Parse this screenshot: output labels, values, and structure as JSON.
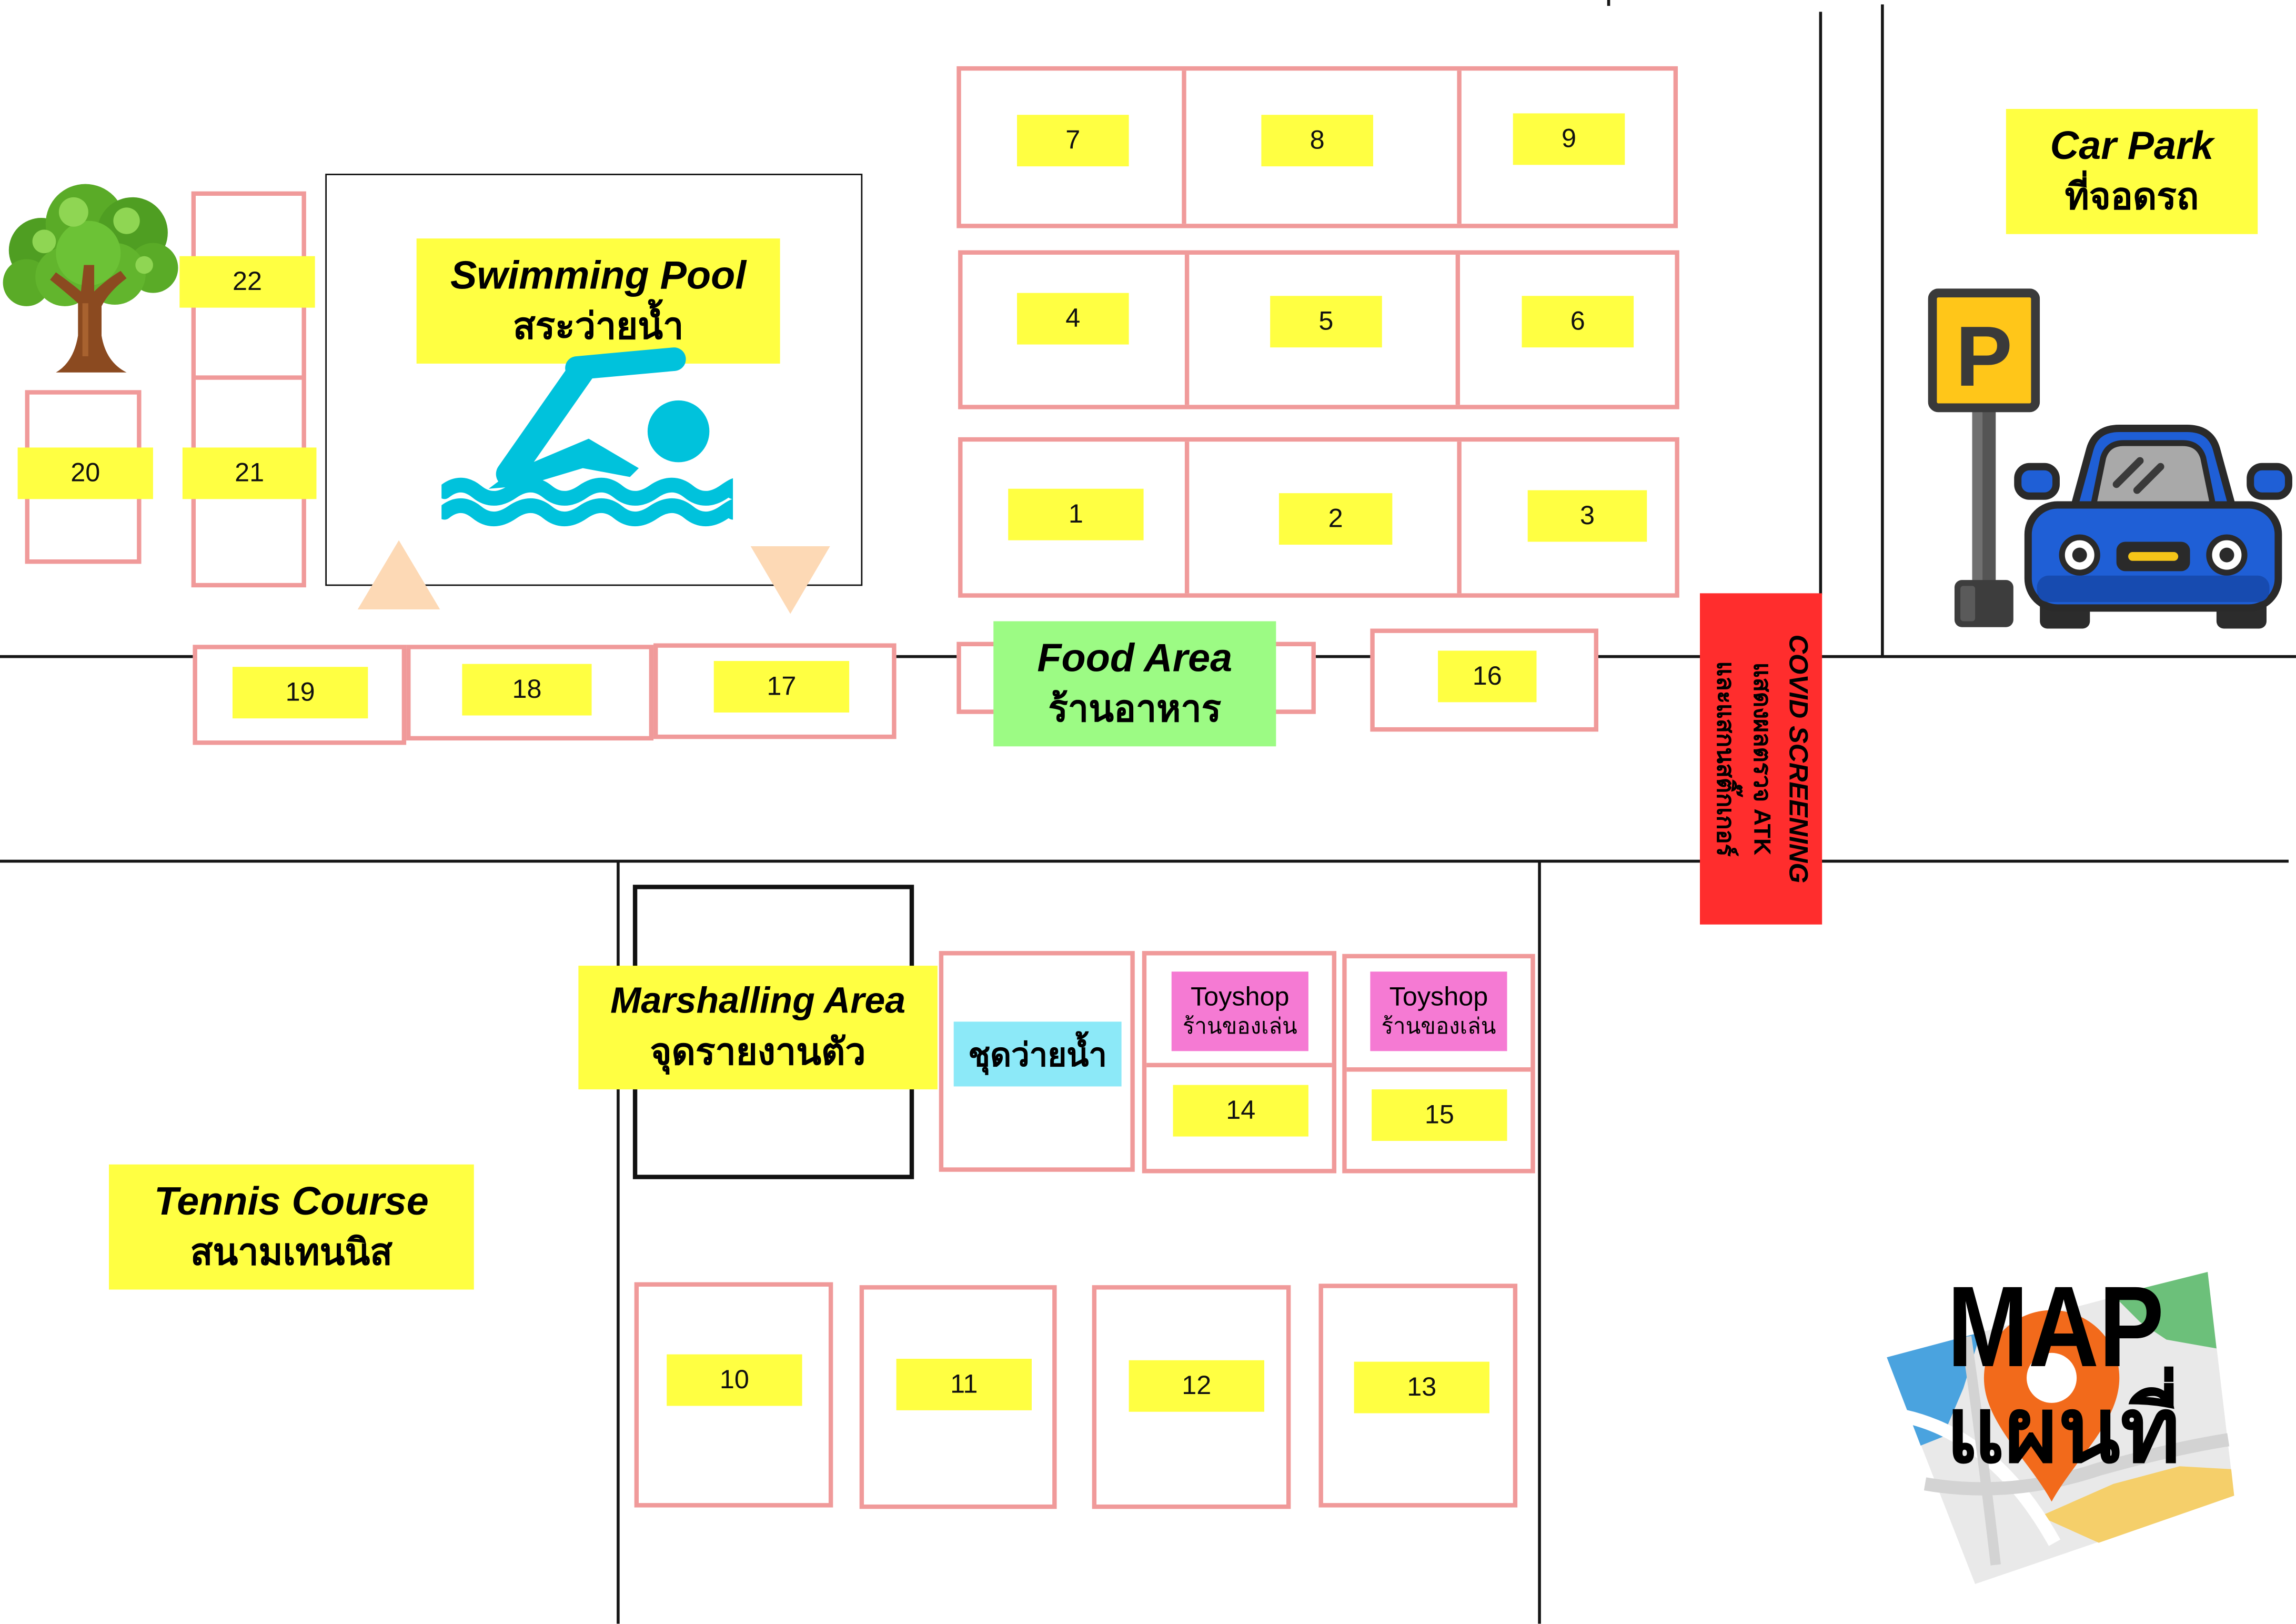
{
  "map_title": {
    "main": "MAP",
    "thai": "แผนที่"
  },
  "areas": {
    "swimming_pool": {
      "en": "Swimming Pool",
      "th": "สระว่ายน้ำ"
    },
    "food_area": {
      "en": "Food Area",
      "th": "ร้านอาหาร"
    },
    "car_park": {
      "en": "Car Park",
      "th": "ที่จอดรถ"
    },
    "marshalling_area": {
      "en": "Marshalling Area",
      "th": "จุดรายงานตัว"
    },
    "tennis_course": {
      "en": "Tennis Course",
      "th": "สนามเทนนิส"
    },
    "covid_screening": {
      "title": "COVID SCREENING",
      "line1": "แสดงผลตรวจ ATK",
      "line2": "และแสกนสติ๊กเกอร์"
    },
    "swimwear": {
      "th": "ชุดว่ายน้ำ"
    },
    "toyshops": [
      {
        "en": "Toyshop",
        "th": "ร้านของเล่น"
      },
      {
        "en": "Toyshop",
        "th": "ร้านของเล่น"
      }
    ]
  },
  "booths": [
    "1",
    "2",
    "3",
    "4",
    "5",
    "6",
    "7",
    "8",
    "9",
    "10",
    "11",
    "12",
    "13",
    "14",
    "15",
    "16",
    "17",
    "18",
    "19",
    "20",
    "21",
    "22"
  ],
  "parking_sign": {
    "letter": "P"
  },
  "icons": {
    "tree": "tree-icon",
    "swimmer": "swimmer-icon",
    "triangle_up": "triangle-up-icon",
    "triangle_down": "triangle-down-icon",
    "parking": "parking-sign-icon",
    "car": "car-icon",
    "map": "map-pin-icon"
  },
  "colors": {
    "label_yellow": "#ffff42",
    "food_green": "#9cfb84",
    "swimwear_cyan": "#8ce9f8",
    "toyshop_pink": "#f57ad3",
    "booth_border": "#f09a9a",
    "covid_red": "#ff2d2d",
    "swimmer_cyan": "#00c2dc",
    "car_blue": "#1f5fd6"
  }
}
